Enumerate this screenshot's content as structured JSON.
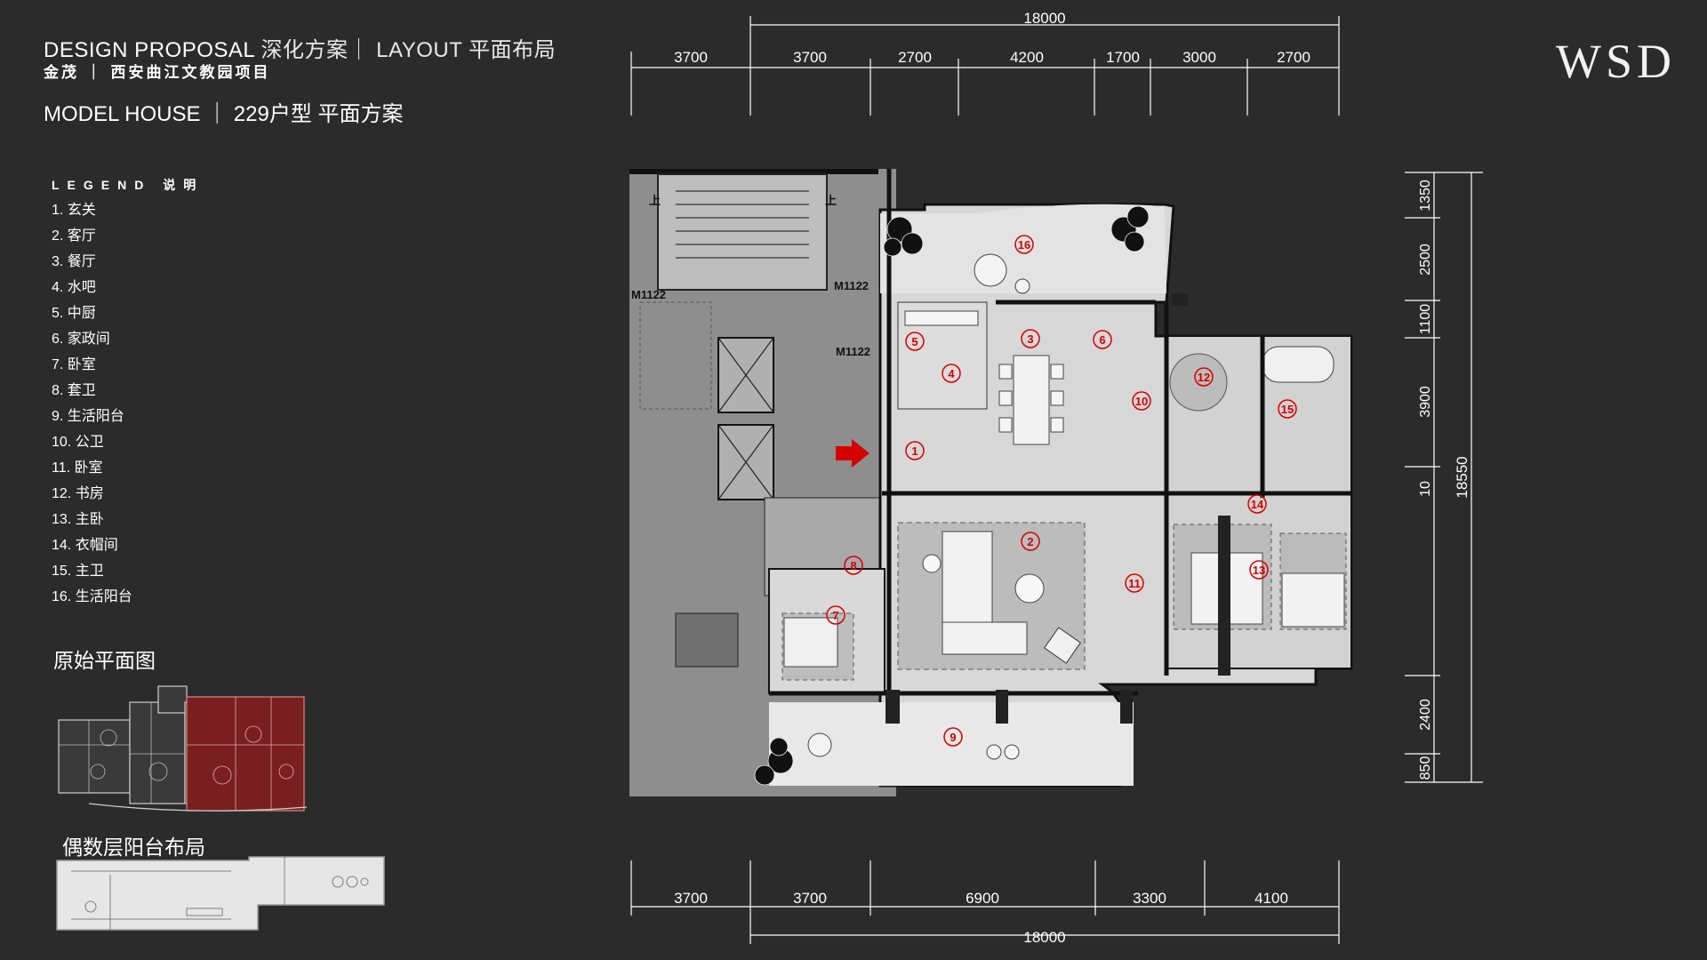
{
  "header": {
    "title_en": "DESIGN PROPOSAL ",
    "title_zh": "深化方案｜ LAYOUT 平面布局",
    "project": "金茂 ｜ 西安曲江文教园项目",
    "subtitle": "MODEL HOUSE ｜ 229户型 平面方案"
  },
  "logo": "WSD",
  "legend": {
    "title": "LEGEND 说明",
    "items": [
      "1. 玄关",
      "2. 客厅",
      "3. 餐厅",
      "4. 水吧",
      "5. 中厨",
      "6. 家政间",
      "7. 卧室",
      "8. 套卫",
      "9. 生活阳台",
      "10. 公卫",
      "11. 卧室",
      "12. 书房",
      "13. 主卧",
      "14. 衣帽间",
      "15. 主卫",
      "16. 生活阳台"
    ]
  },
  "original_plan": {
    "title": "原始平面图"
  },
  "even_balcony": {
    "title": "偶数层阳台布局"
  },
  "dimensions": {
    "top_total": "18000",
    "top_segments": [
      "3700",
      "3700",
      "2700",
      "4200",
      "1700",
      "3000",
      "2700"
    ],
    "bottom_segments": [
      "3700",
      "3700",
      "6900",
      "3300",
      "4100"
    ],
    "bottom_total": "18000",
    "right_segments": [
      "1350",
      "2500",
      "1100",
      "3900",
      "10",
      "2400",
      "850"
    ],
    "right_total": "18550"
  },
  "plan": {
    "room_numbers": [
      "1",
      "2",
      "3",
      "4",
      "5",
      "6",
      "7",
      "8",
      "9",
      "10",
      "11",
      "12",
      "13",
      "14",
      "15",
      "16"
    ],
    "door_tags": [
      "M1122",
      "M1122",
      "M1122"
    ],
    "stair_marks": [
      "上",
      "上"
    ]
  }
}
